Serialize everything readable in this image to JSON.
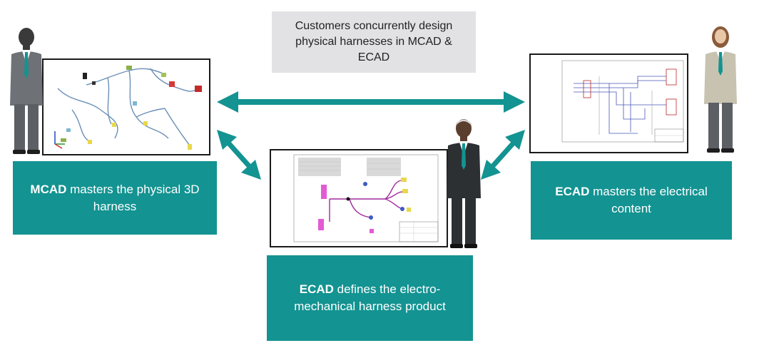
{
  "caption": {
    "text": "Customers concurrently design physical harnesses in MCAD & ECAD"
  },
  "boxes": {
    "mcad": {
      "bold": "MCAD",
      "rest": " masters the physical 3D harness"
    },
    "ecad_electrical": {
      "bold": "ECAD",
      "rest": " masters the electrical content"
    },
    "ecad_product": {
      "bold": "ECAD",
      "rest": " defines the electro-mechanical harness product"
    }
  },
  "colors": {
    "teal": "#139391",
    "caption_bg": "#e2e2e4",
    "suit_gray": "#6e7276",
    "suit_dark": "#2d3033",
    "suit_beige": "#c7c3b0",
    "tie": "#139391"
  },
  "icons": {
    "persons": [
      "businessman",
      "businesswoman",
      "older-businessman"
    ],
    "arrows": [
      "double-arrow-horizontal",
      "double-arrow-diagonal-left",
      "double-arrow-diagonal-right"
    ]
  }
}
